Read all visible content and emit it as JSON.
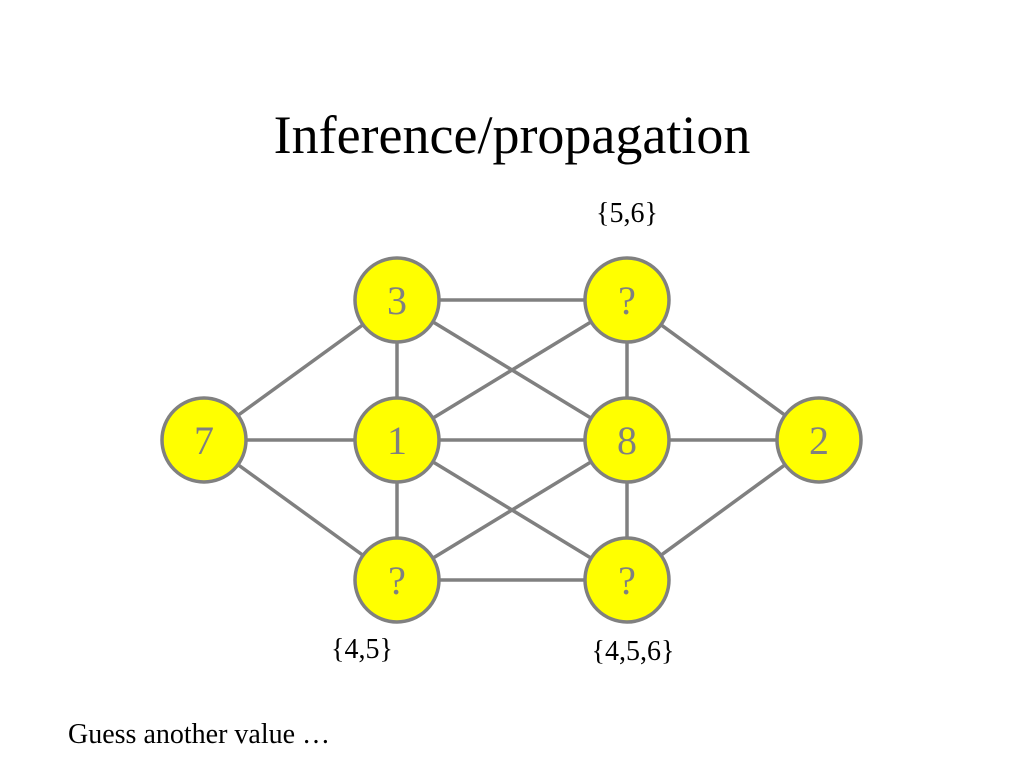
{
  "slide": {
    "title": "Inference/propagation",
    "note": "Guess another value …"
  },
  "style": {
    "node_fill": "#ffff00",
    "node_stroke": "#808080",
    "edge_color": "#808080",
    "label_color": "#808080",
    "domain_text_color": "#000000"
  },
  "graph": {
    "nodes": [
      {
        "id": "n7",
        "label": "7"
      },
      {
        "id": "n3",
        "label": "3"
      },
      {
        "id": "n1",
        "label": "1"
      },
      {
        "id": "nQL",
        "label": "?"
      },
      {
        "id": "nQT",
        "label": "?"
      },
      {
        "id": "n8",
        "label": "8"
      },
      {
        "id": "nQB",
        "label": "?"
      },
      {
        "id": "n2",
        "label": "2"
      }
    ],
    "edges": [
      [
        "n7",
        "n3"
      ],
      [
        "n7",
        "n1"
      ],
      [
        "n7",
        "nQL"
      ],
      [
        "n3",
        "n1"
      ],
      [
        "n1",
        "nQL"
      ],
      [
        "n3",
        "nQT"
      ],
      [
        "n3",
        "n8"
      ],
      [
        "n1",
        "nQT"
      ],
      [
        "n1",
        "n8"
      ],
      [
        "n1",
        "nQB"
      ],
      [
        "nQL",
        "n8"
      ],
      [
        "nQL",
        "nQB"
      ],
      [
        "nQT",
        "n8"
      ],
      [
        "n8",
        "nQB"
      ],
      [
        "nQT",
        "n2"
      ],
      [
        "n8",
        "n2"
      ],
      [
        "nQB",
        "n2"
      ]
    ],
    "domains": [
      {
        "node": "nQT",
        "text": "{5,6}"
      },
      {
        "node": "nQL",
        "text": "{4,5}"
      },
      {
        "node": "nQB",
        "text": "{4,5,6}"
      }
    ]
  }
}
